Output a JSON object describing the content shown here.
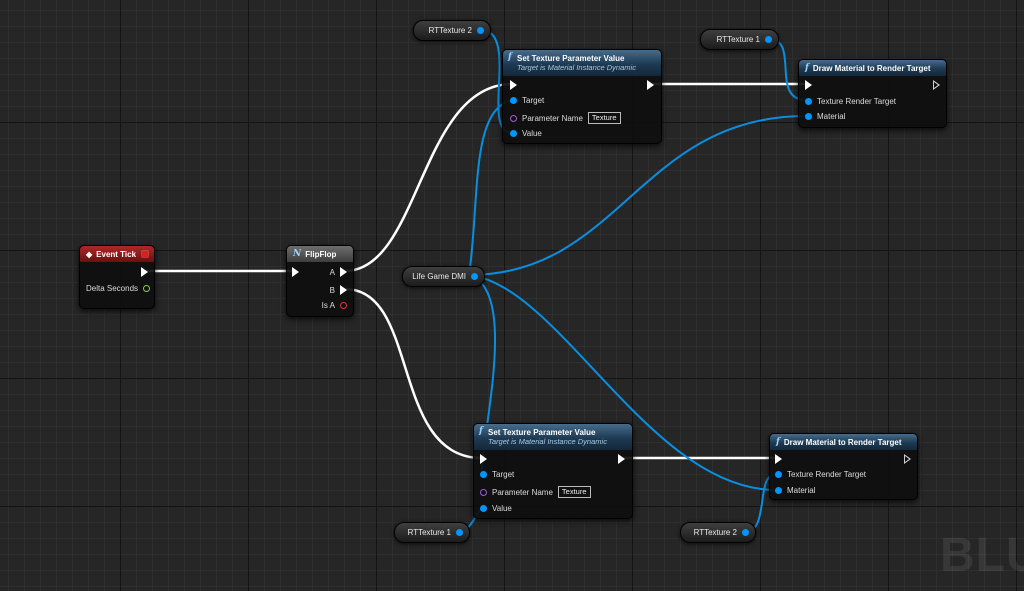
{
  "watermark": "BLU",
  "colors": {
    "exec_wire": "#ffffff",
    "object_wire": "#0095ff",
    "function_header": "#1d3a52",
    "event_header": "#8b1a1a"
  },
  "event_tick": {
    "title": "Event Tick",
    "delta_seconds": "Delta Seconds"
  },
  "flipflop": {
    "title": "FlipFlop",
    "out_a": "A",
    "out_b": "B",
    "is_a": "Is A"
  },
  "life_game_dmi": {
    "label": "Life Game DMI"
  },
  "set_texture_top": {
    "title": "Set Texture Parameter Value",
    "subtitle": "Target is Material Instance Dynamic",
    "target": "Target",
    "parameter_name": "Parameter Name",
    "parameter_value": "Texture",
    "value": "Value"
  },
  "set_texture_bottom": {
    "title": "Set Texture Parameter Value",
    "subtitle": "Target is Material Instance Dynamic",
    "target": "Target",
    "parameter_name": "Parameter Name",
    "parameter_value": "Texture",
    "value": "Value"
  },
  "draw_top": {
    "title": "Draw Material to Render Target",
    "texture_render_target": "Texture Render Target",
    "material": "Material"
  },
  "draw_bottom": {
    "title": "Draw Material to Render Target",
    "texture_render_target": "Texture Render Target",
    "material": "Material"
  },
  "vars": {
    "rt2_top": "RTTexture 2",
    "rt1_top": "RTTexture 1",
    "rt1_bottom": "RTTexture 1",
    "rt2_bottom": "RTTexture 2"
  }
}
